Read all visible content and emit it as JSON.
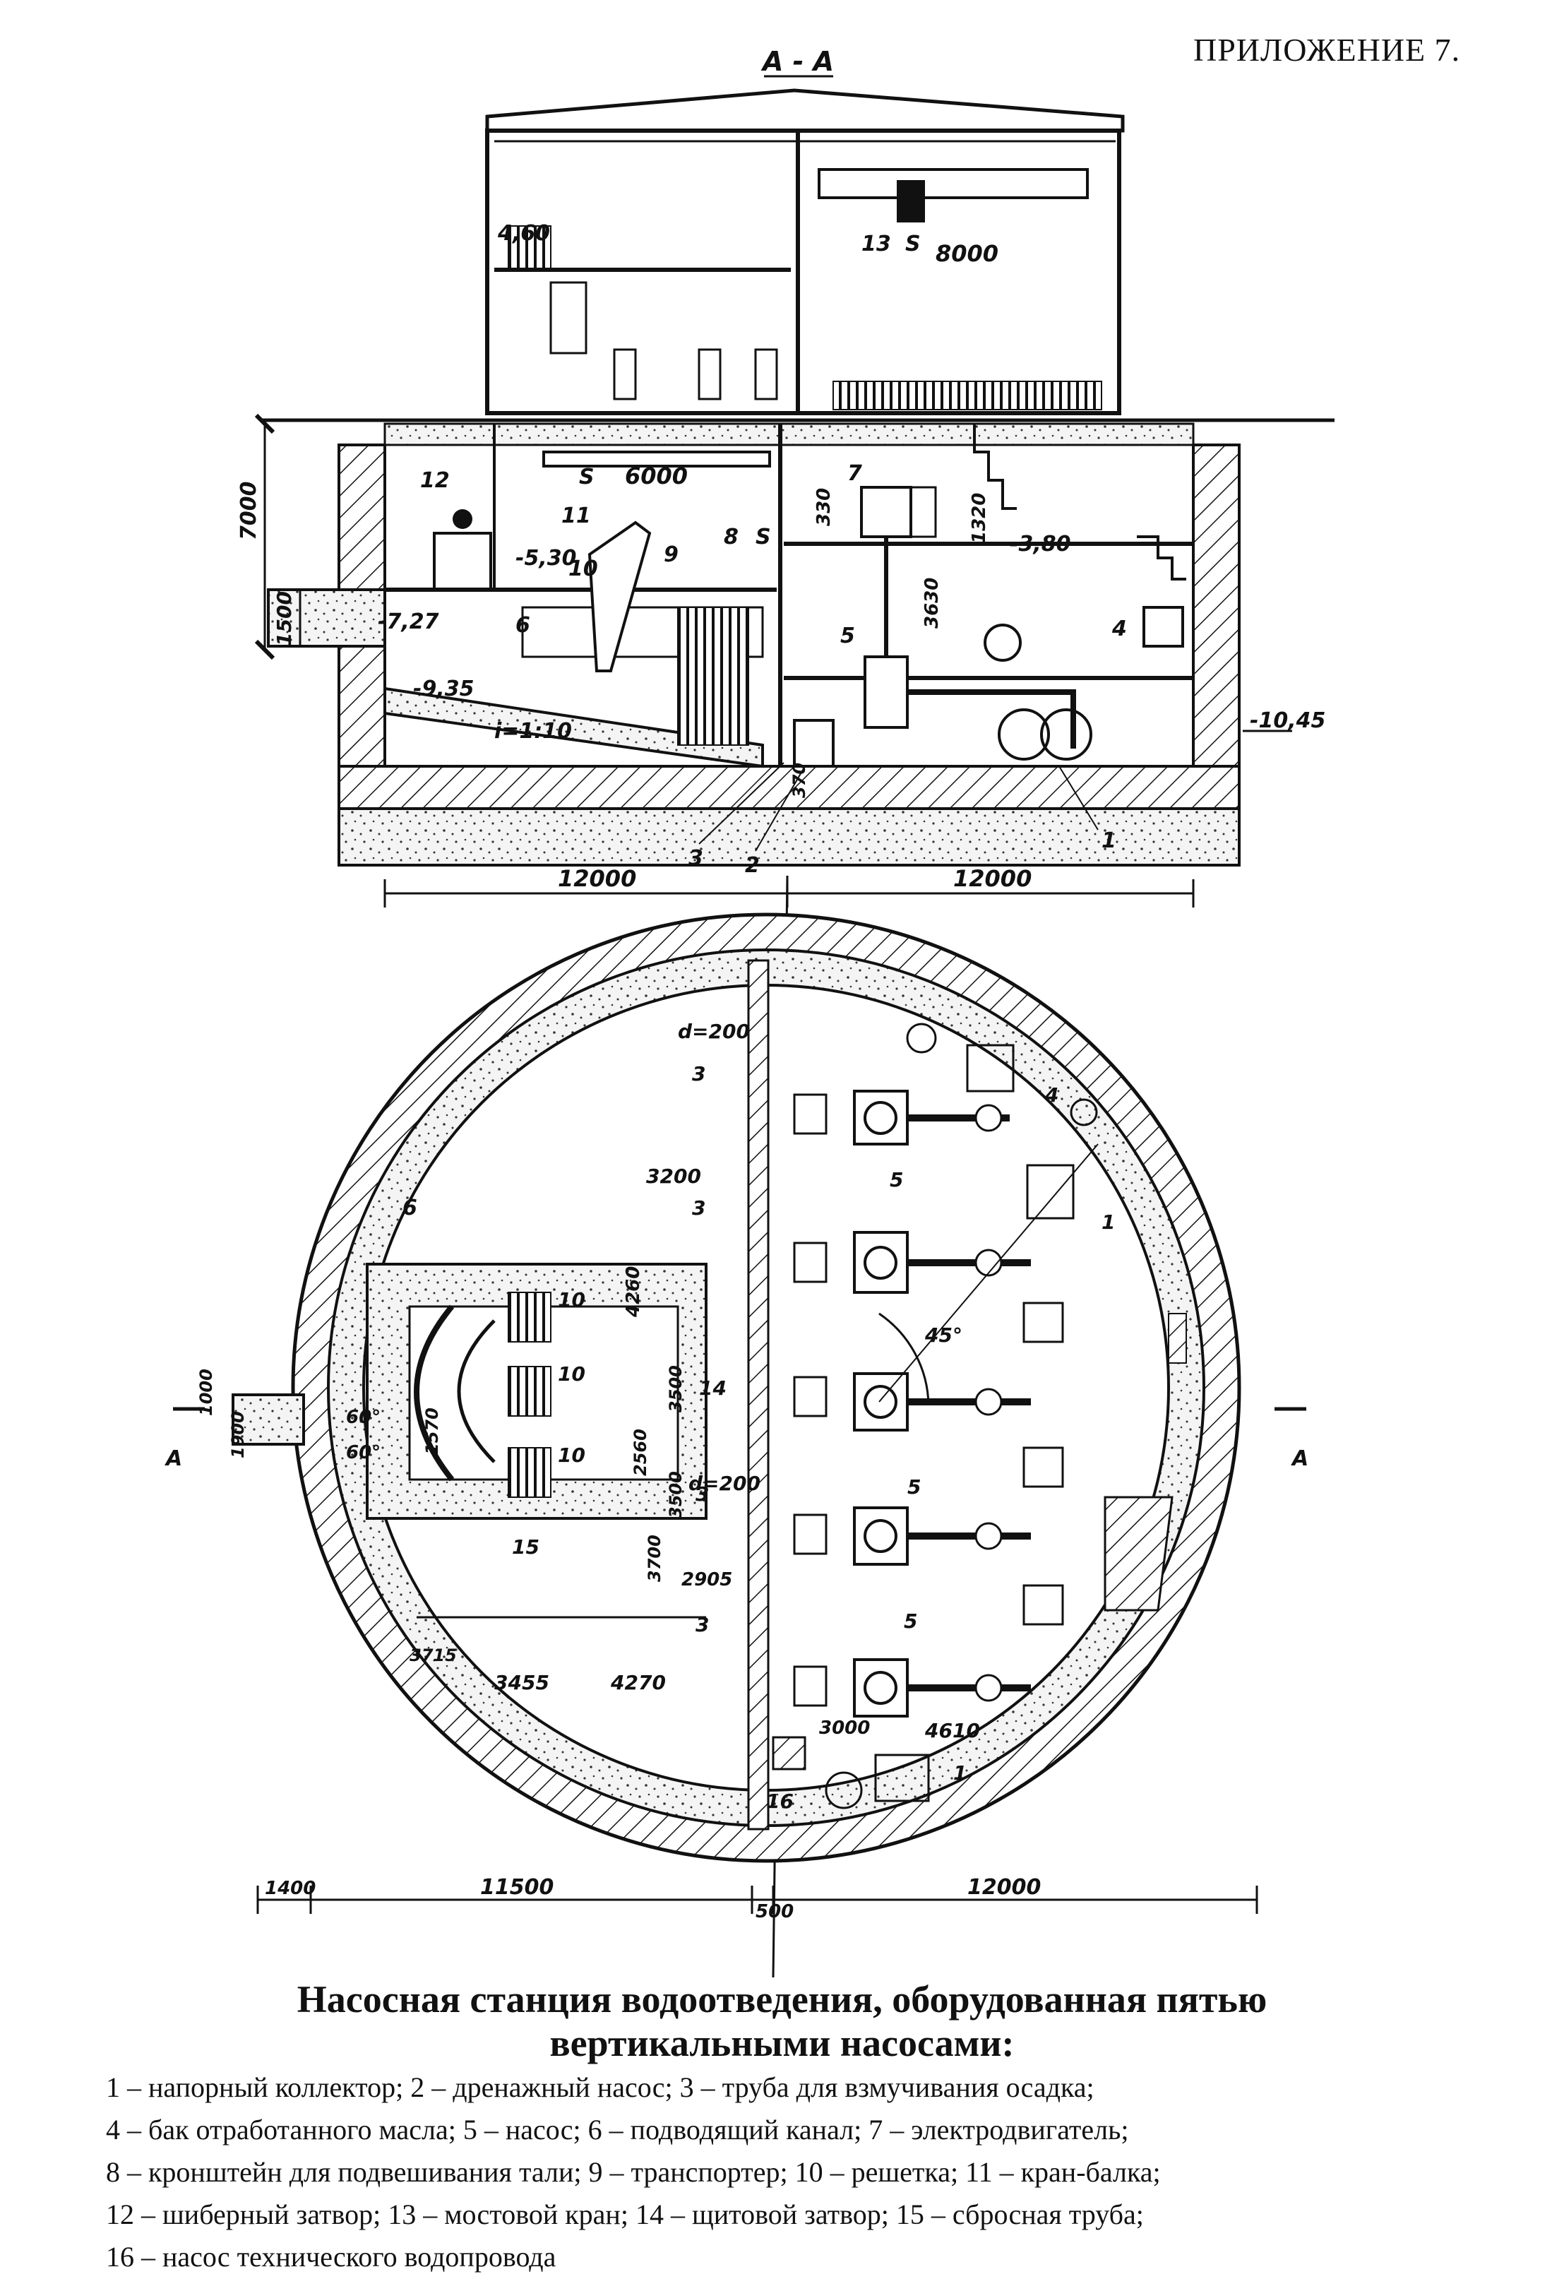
{
  "header": {
    "appendix": "ПРИЛОЖЕНИЕ 7."
  },
  "section": {
    "title": "А - А",
    "levels": [
      "4,60",
      "-3,80",
      "-5,30",
      "-7,27",
      "-9,35",
      "-10,45"
    ],
    "slope": "i=1:10",
    "crane_beam_span": "6000",
    "crane_span": "8000",
    "dims": {
      "height": "7000",
      "pipe": "1500",
      "motor_a": "330",
      "motor_b": "1320",
      "shaft": "3630",
      "base": "370",
      "left_width": "12000",
      "right_width": "12000"
    },
    "callouts": [
      "1",
      "2",
      "3",
      "4",
      "5",
      "6",
      "7",
      "8",
      "9",
      "10",
      "11",
      "12",
      "13"
    ],
    "hoist_marks": [
      "S",
      "S",
      "S"
    ]
  },
  "plan": {
    "pipe_diameter": "d=200",
    "pipe_diameter_2": "d=200",
    "angle": "45°",
    "inlet_angles": [
      "60°",
      "60°"
    ],
    "section_mark": "A",
    "dims": {
      "d3200": "3200",
      "d4260": "4260",
      "d3500a": "3500",
      "d2560": "2560",
      "d3500b": "3500",
      "d2905": "2905",
      "d3700": "3700",
      "d1570": "1570",
      "d1000": "1000",
      "d1900": "1900",
      "d3715": "3715",
      "d3455": "3455",
      "d4270": "4270",
      "d3000": "3000",
      "d4610": "4610",
      "d1400": "1400",
      "d11500": "11500",
      "d500": "500",
      "d12000": "12000"
    },
    "callouts": [
      "1",
      "1",
      "3",
      "3",
      "3",
      "3",
      "4",
      "5",
      "5",
      "5",
      "6",
      "10",
      "10",
      "10",
      "14",
      "15",
      "16"
    ]
  },
  "caption": {
    "title_line1": "Насосная станция водоотведения, оборудованная пятью",
    "title_line2": "вертикальными насосами:",
    "legend": [
      "1 – напорный коллектор; 2 – дренажный насос; 3 – труба для взмучивания осадка;",
      "4 – бак отработанного масла; 5 – насос; 6 – подводящий канал; 7 – электродвигатель;",
      "8 – кронштейн для подвешивания тали; 9 – транспортер; 10 – решетка; 11 – кран-балка;",
      "12 – шиберный затвор; 13 – мостовой кран; 14 – щитовой затвор; 15 – сбросная труба;",
      "16 – насос технического водопровода"
    ]
  }
}
